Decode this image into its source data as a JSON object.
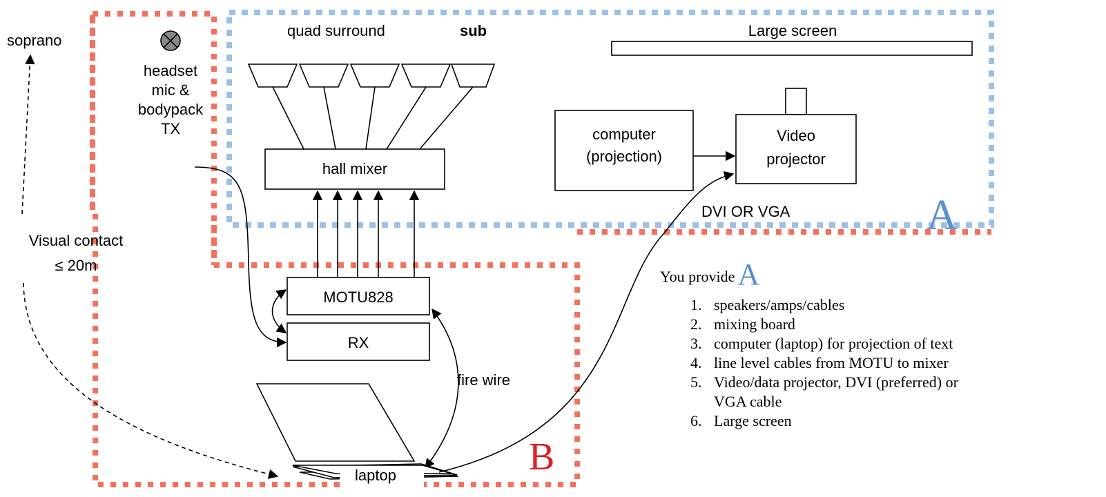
{
  "labels": {
    "soprano": "soprano",
    "headset_lines": [
      "headset",
      "mic &",
      "bodypack",
      "TX"
    ],
    "quad_surround": "quad surround",
    "sub": "sub",
    "large_screen": "Large screen",
    "computer_lines": [
      "computer",
      "(projection)"
    ],
    "projector_lines": [
      "Video",
      "projector"
    ],
    "hall_mixer": "hall mixer",
    "dvi_vga": "DVI OR VGA",
    "visual_contact_lines": [
      "Visual contact",
      "≤ 20m"
    ],
    "motu": "MOTU828",
    "rx": "RX",
    "fire_wire": "fire wire",
    "laptop": "laptop",
    "zone_a": "A",
    "zone_b": "B"
  },
  "provide": {
    "heading": "You  provide",
    "heading_letter": "A",
    "items": [
      {
        "num": "1.",
        "lines": [
          "speakers/amps/cables"
        ]
      },
      {
        "num": "2.",
        "lines": [
          "mixing board"
        ]
      },
      {
        "num": "3.",
        "lines": [
          "computer (laptop) for projection of text"
        ]
      },
      {
        "num": "4.",
        "lines": [
          "line level cables from MOTU to mixer"
        ]
      },
      {
        "num": "5.",
        "lines": [
          "Video/data projector, DVI (preferred) or",
          "VGA cable"
        ]
      },
      {
        "num": "6.",
        "lines": [
          "Large screen"
        ]
      }
    ]
  },
  "colors": {
    "zone_a": "#9cc1e6",
    "zone_b": "#f2715f",
    "letter_a": "#5a8fd0",
    "letter_b": "#e02020"
  }
}
